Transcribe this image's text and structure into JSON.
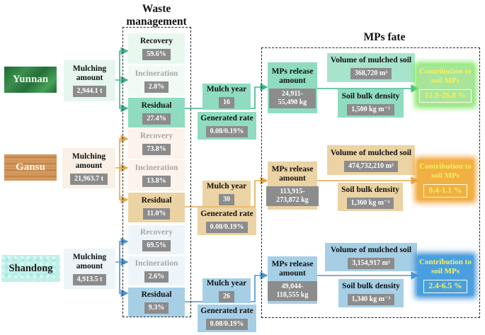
{
  "titles": {
    "waste": "Waste management",
    "fate": "MPs fate"
  },
  "labels": {
    "mulching_amount": "Mulching amount",
    "recovery": "Recovery",
    "incineration": "Incineration",
    "residual": "Residual",
    "mulch_year": "Mulch year",
    "generated_rate": "Generated rate",
    "mps_release": "MPs release amount",
    "volume_soil": "Volume of mulched soil",
    "bulk_density": "Soil bulk density",
    "contribution": "Contribution to soil MPs"
  },
  "regions": [
    {
      "name": "Yunnan",
      "mulching_amount": "2,944.1 t",
      "recovery": "59.6%",
      "incineration": "2.8%",
      "residual": "27.4%",
      "mulch_year": "16",
      "generated_rate": "0.08/0.19%",
      "mps_release": "24,911-55,490 kg",
      "volume_soil": "368,720 m³",
      "bulk_density": "1,500 kg m⁻³",
      "contribution": "12.9-26.8 %",
      "colors": {
        "main": "#8fdcc0",
        "light": "#e6f6ee",
        "line": "#3fb58f",
        "glow": "#79e85a",
        "contrib_bg": "#a8e49a"
      }
    },
    {
      "name": "Gansu",
      "mulching_amount": "21,963.7 t",
      "recovery": "73.8%",
      "incineration": "13.8%",
      "residual": "11.0%",
      "mulch_year": "30",
      "generated_rate": "0.08/0.19%",
      "mps_release": "113,915-273,872 kg",
      "volume_soil": "474,732,210 m³",
      "bulk_density": "1,360 kg m⁻³",
      "contribution": "0.4-1.1 %",
      "colors": {
        "main": "#ecd3a4",
        "light": "#fbf0e6",
        "line": "#e0a84a",
        "glow": "#f0a030",
        "contrib_bg": "#f0b043"
      }
    },
    {
      "name": "Shandong",
      "mulching_amount": "4,913.5 t",
      "recovery": "69.5%",
      "incineration": "2.6%",
      "residual": "9.3%",
      "mulch_year": "26",
      "generated_rate": "0.08/0.19%",
      "mps_release": "49,044-118,555 kg",
      "volume_soil": "3,154,917 m³",
      "bulk_density": "1,340 kg m⁻³",
      "contribution": "2.4-6.5 %",
      "colors": {
        "main": "#a6cfe6",
        "light": "#eef5fa",
        "line": "#4d96cf",
        "glow": "#3d8fd6",
        "contrib_bg": "#4a9fe0"
      }
    }
  ]
}
